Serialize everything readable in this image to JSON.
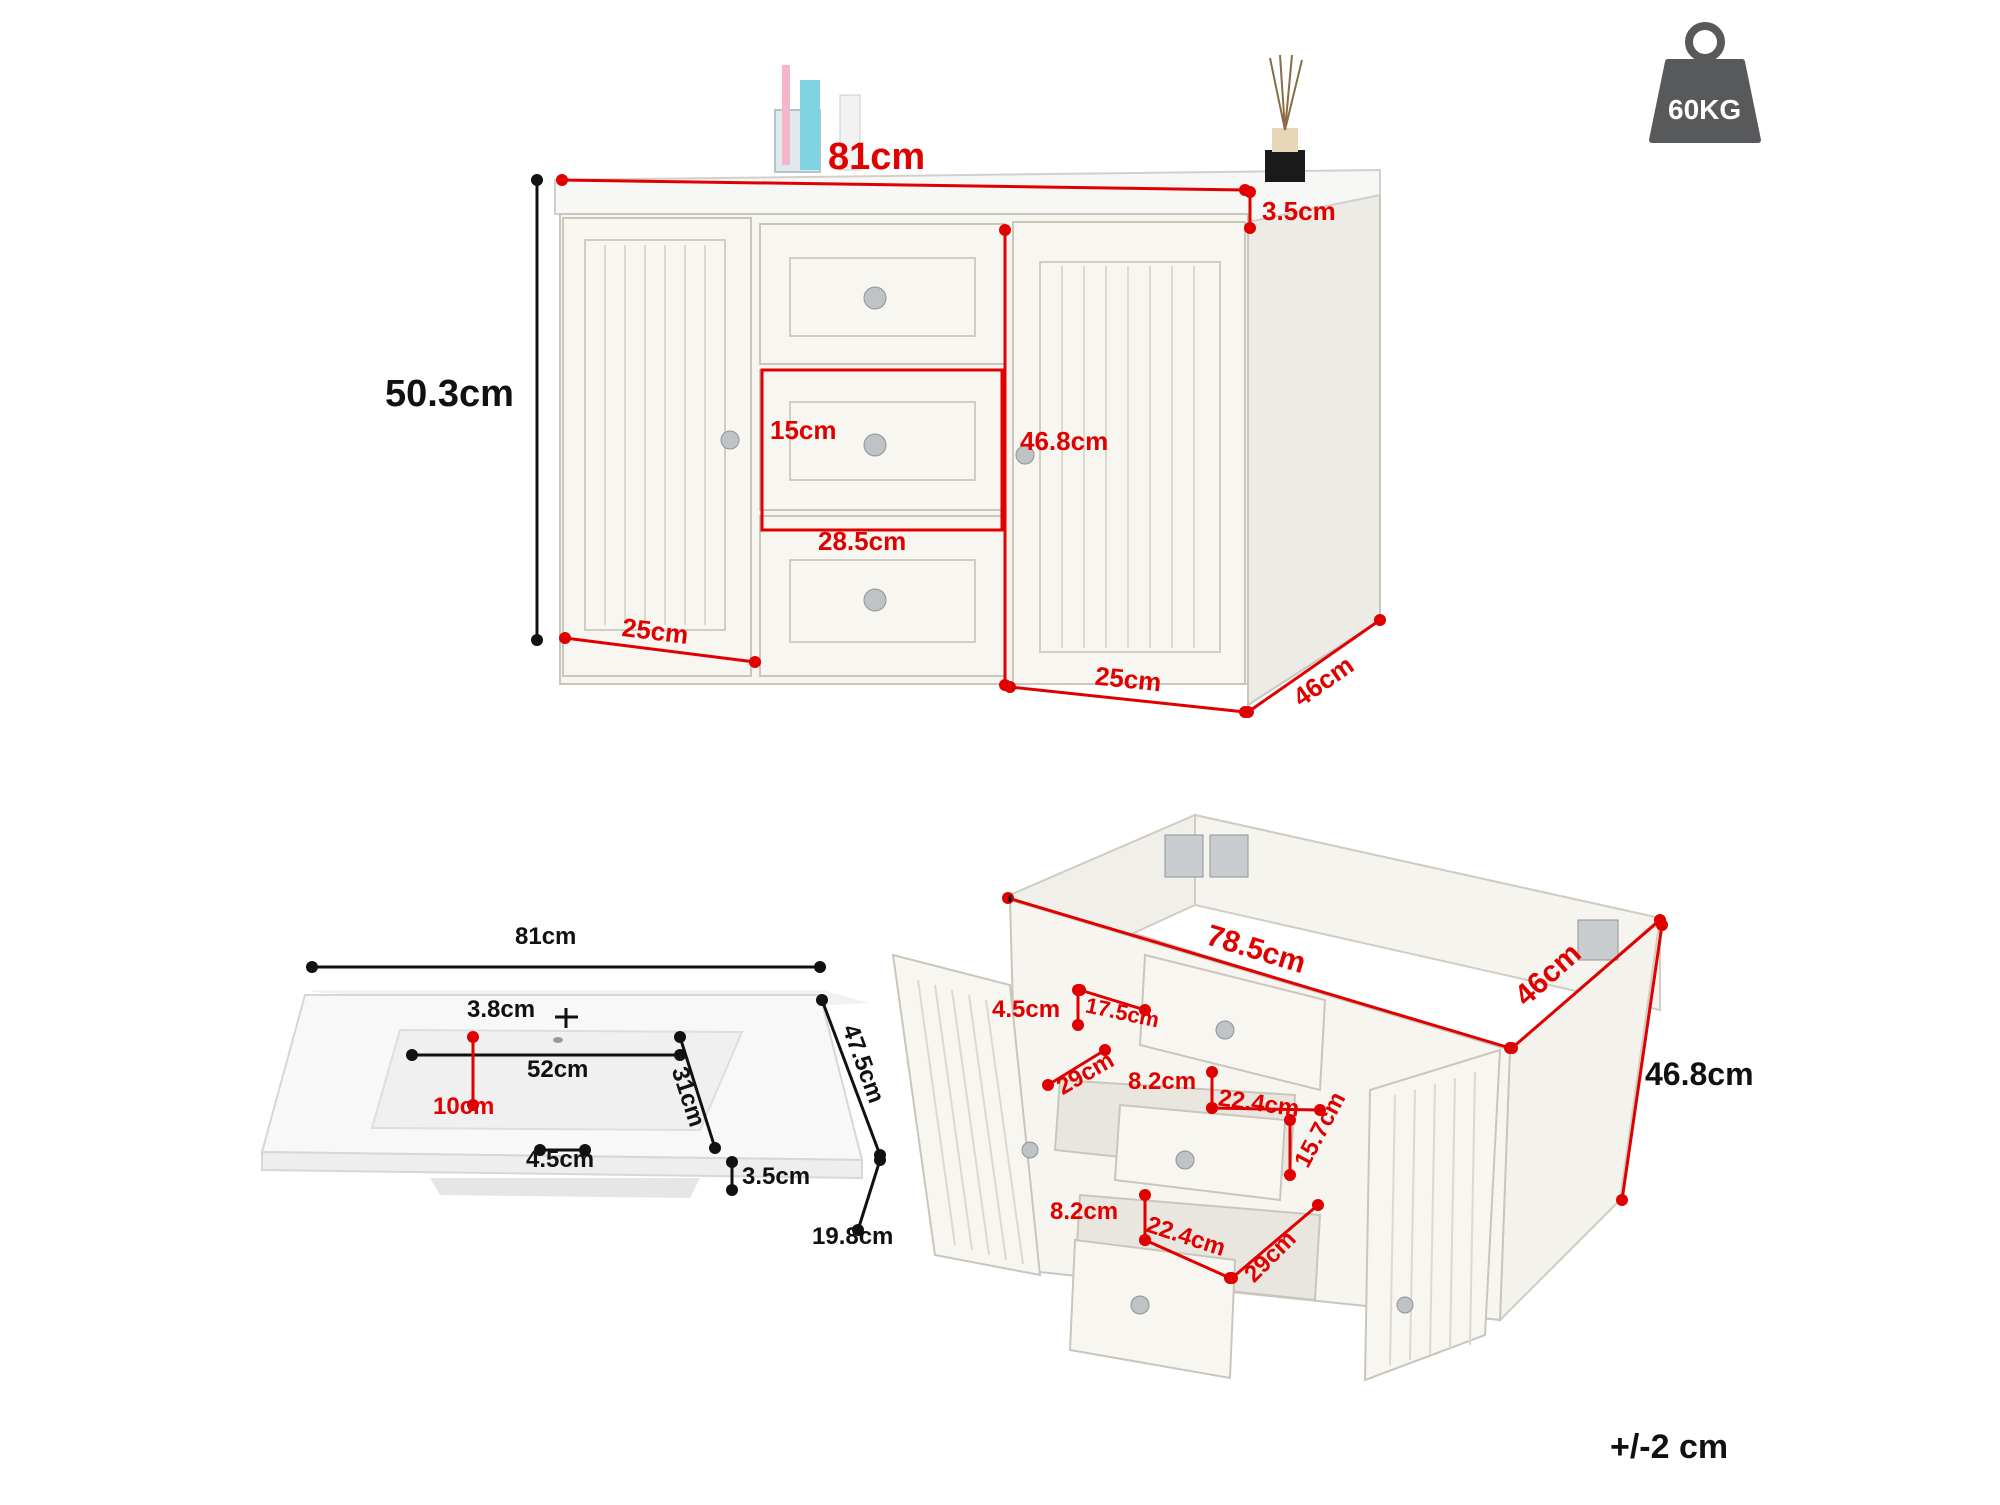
{
  "weight": {
    "text": "60KG",
    "icon": "weight-icon"
  },
  "front_view": {
    "width": "81cm",
    "top_thickness": "3.5cm",
    "total_height": "50.3cm",
    "drawer_height": "15cm",
    "drawer_width": "28.5cm",
    "cabinet_height": "46.8cm",
    "left_door_width": "25cm",
    "right_door_width": "25cm",
    "depth": "46cm"
  },
  "sink_view": {
    "width": "81cm",
    "tap_hole": "3.8cm",
    "basin_width": "52cm",
    "tap_offset": "10cm",
    "basin_depth": "31cm",
    "depth": "47.5cm",
    "drain_width": "4.5cm",
    "thickness": "3.5cm",
    "bowl_depth": "19.8cm"
  },
  "open_view": {
    "inner_width": "78.5cm",
    "depth": "46cm",
    "height": "46.8cm",
    "top_drawer_front": "4.5cm",
    "top_drawer_width": "17.5cm",
    "drawer_depth_1": "29cm",
    "drawer_height_1": "8.2cm",
    "drawer_width_1": "22.4cm",
    "drawer_front_height": "15.7cm",
    "drawer_height_2": "8.2cm",
    "drawer_width_2": "22.4cm",
    "drawer_depth_2": "29cm"
  },
  "tolerance": "+/-2 cm",
  "colors": {
    "dimension_red": "#e00000",
    "weight_badge": "#58595b",
    "cabinet": "#f7f5ef",
    "outline": "#c9c6bc"
  }
}
